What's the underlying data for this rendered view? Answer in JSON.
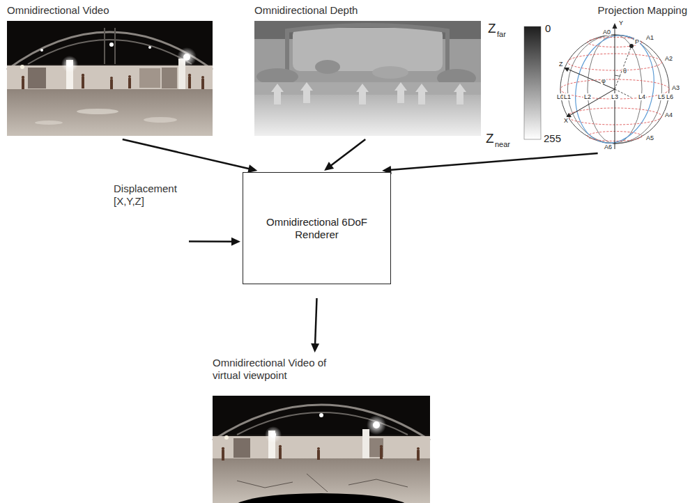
{
  "diagram": {
    "nodes": [
      {
        "text": [
          "Omnidirectional Video"
        ]
      },
      {
        "text": [
          "Omnidirectional Depth"
        ]
      },
      {
        "text": [
          "Projection Mapping"
        ]
      },
      {
        "text": [
          "Displacement [X,Y,Z]"
        ]
      },
      {
        "text": [
          "Omnidirectional 6DoF Renderer"
        ]
      },
      {
        "text": [
          "Omnidirectional Video of virtual viewpoint"
        ]
      }
    ],
    "edges": [
      {
        "from": 0,
        "to": 4,
        "arrow": "to"
      },
      {
        "from": 1,
        "to": 4,
        "arrow": "to"
      },
      {
        "from": 2,
        "to": 4,
        "arrow": "to"
      },
      {
        "from": 3,
        "to": 4,
        "arrow": "to"
      },
      {
        "from": 4,
        "to": 5,
        "arrow": "to"
      }
    ],
    "labels": [
      "Z",
      "far",
      "0",
      "Z",
      "near",
      "255",
      "Y",
      "Z",
      "X",
      "A0",
      "A1",
      "A2",
      "A3",
      "A4",
      "A5",
      "A6",
      "L0",
      "L1",
      "L2",
      "L3",
      "L4",
      "L5",
      "L6",
      "P",
      "θ",
      "φ"
    ]
  }
}
